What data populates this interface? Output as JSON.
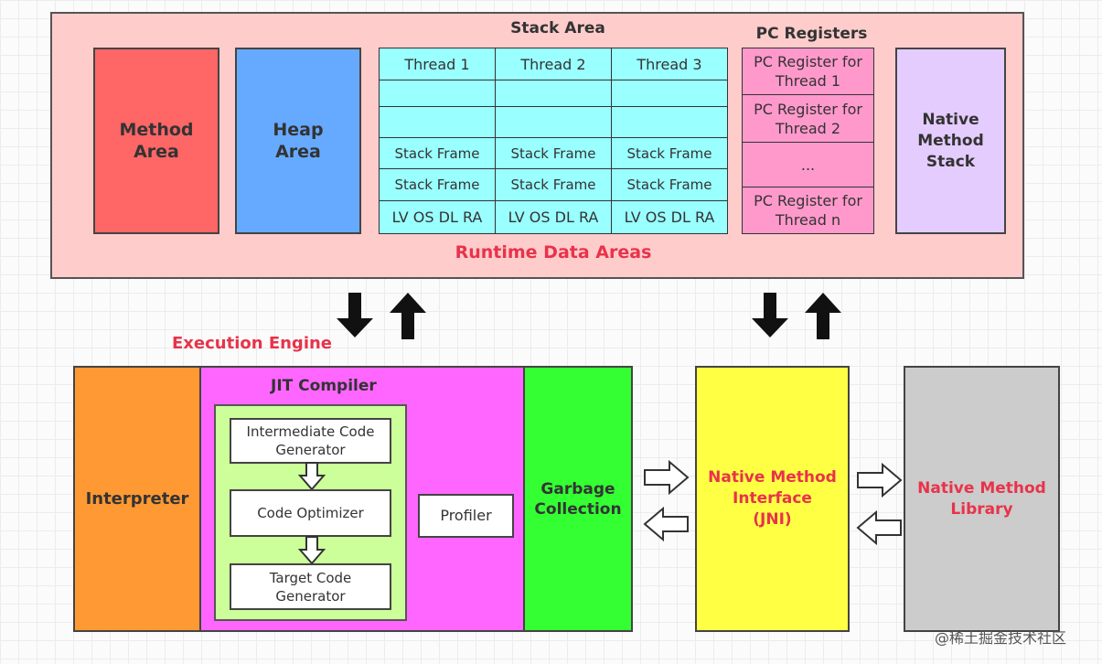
{
  "runtime": {
    "title": "Runtime Data Areas",
    "method_area": "Method\nArea",
    "heap_area": "Heap\nArea",
    "stack_area": {
      "title": "Stack Area",
      "threads": [
        "Thread 1",
        "Thread 2",
        "Thread 3"
      ],
      "frame_label": "Stack Frame",
      "locals_label": "LV OS DL RA"
    },
    "pc_registers": {
      "title": "PC Registers",
      "cells": [
        "PC Register for\nThread 1",
        "PC Register for\nThread 2",
        "...",
        "PC Register for\nThread n"
      ]
    },
    "native_method_stack": "Native\nMethod\nStack"
  },
  "engine": {
    "title": "Execution Engine",
    "interpreter": "Interpreter",
    "jit": {
      "title": "JIT Compiler",
      "intermediate": "Intermediate Code\nGenerator",
      "optimizer": "Code Optimizer",
      "target": "Target Code\nGenerator",
      "profiler": "Profiler"
    },
    "gc": "Garbage\nCollection"
  },
  "native_interface": "Native Method\nInterface\n(JNI)",
  "native_library": "Native Method\nLibrary",
  "watermark": "@稀土掘金技术社区",
  "colors": {
    "runtime_bg": "#ffcccc",
    "method_area": "#ff6666",
    "heap_area": "#66aaff",
    "stack_cell": "#99ffff",
    "pc_cell": "#ff99cc",
    "native_stack": "#e5ccff",
    "interpreter": "#ff9933",
    "jit_bg": "#ff66ff",
    "jit_inner": "#ccff99",
    "gc": "#33ff33",
    "jni": "#ffff44",
    "native_library": "#cccccc",
    "red_text": "#e8334a"
  }
}
